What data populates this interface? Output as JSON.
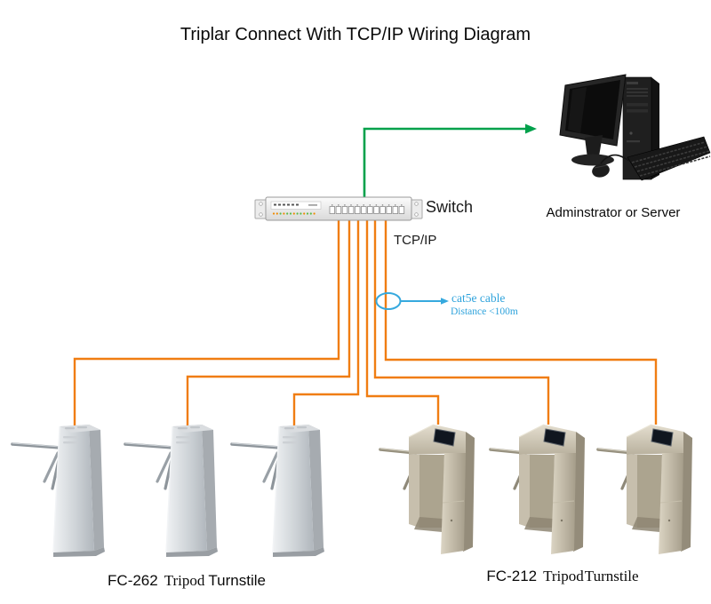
{
  "title": "Triplar Connect With TCP/IP Wiring Diagram",
  "network": {
    "switch_label": "Switch",
    "protocol_label": "TCP/IP",
    "cable_note_line1": "cat5e cable",
    "cable_note_line2": "Distance <100m"
  },
  "computer_label": "Adminstrator or Server",
  "turnstiles": {
    "left_group": {
      "model": "FC-262",
      "word1": "Tripod",
      "word2": "Turnstile",
      "units": 3
    },
    "right_group": {
      "model": "FC-212",
      "word1": "Tripod",
      "word2": "Turnstile",
      "units": 3
    }
  },
  "colors": {
    "cable_orange": "#F07D12",
    "uplink_green": "#00A14B",
    "annotation_blue": "#36A9DE"
  },
  "devices": {
    "switch": "rack-network-switch",
    "computer": "desktop-workstation",
    "left_turnstile": "tripod-turnstile-column",
    "right_turnstile": "tripod-turnstile-bridge"
  }
}
